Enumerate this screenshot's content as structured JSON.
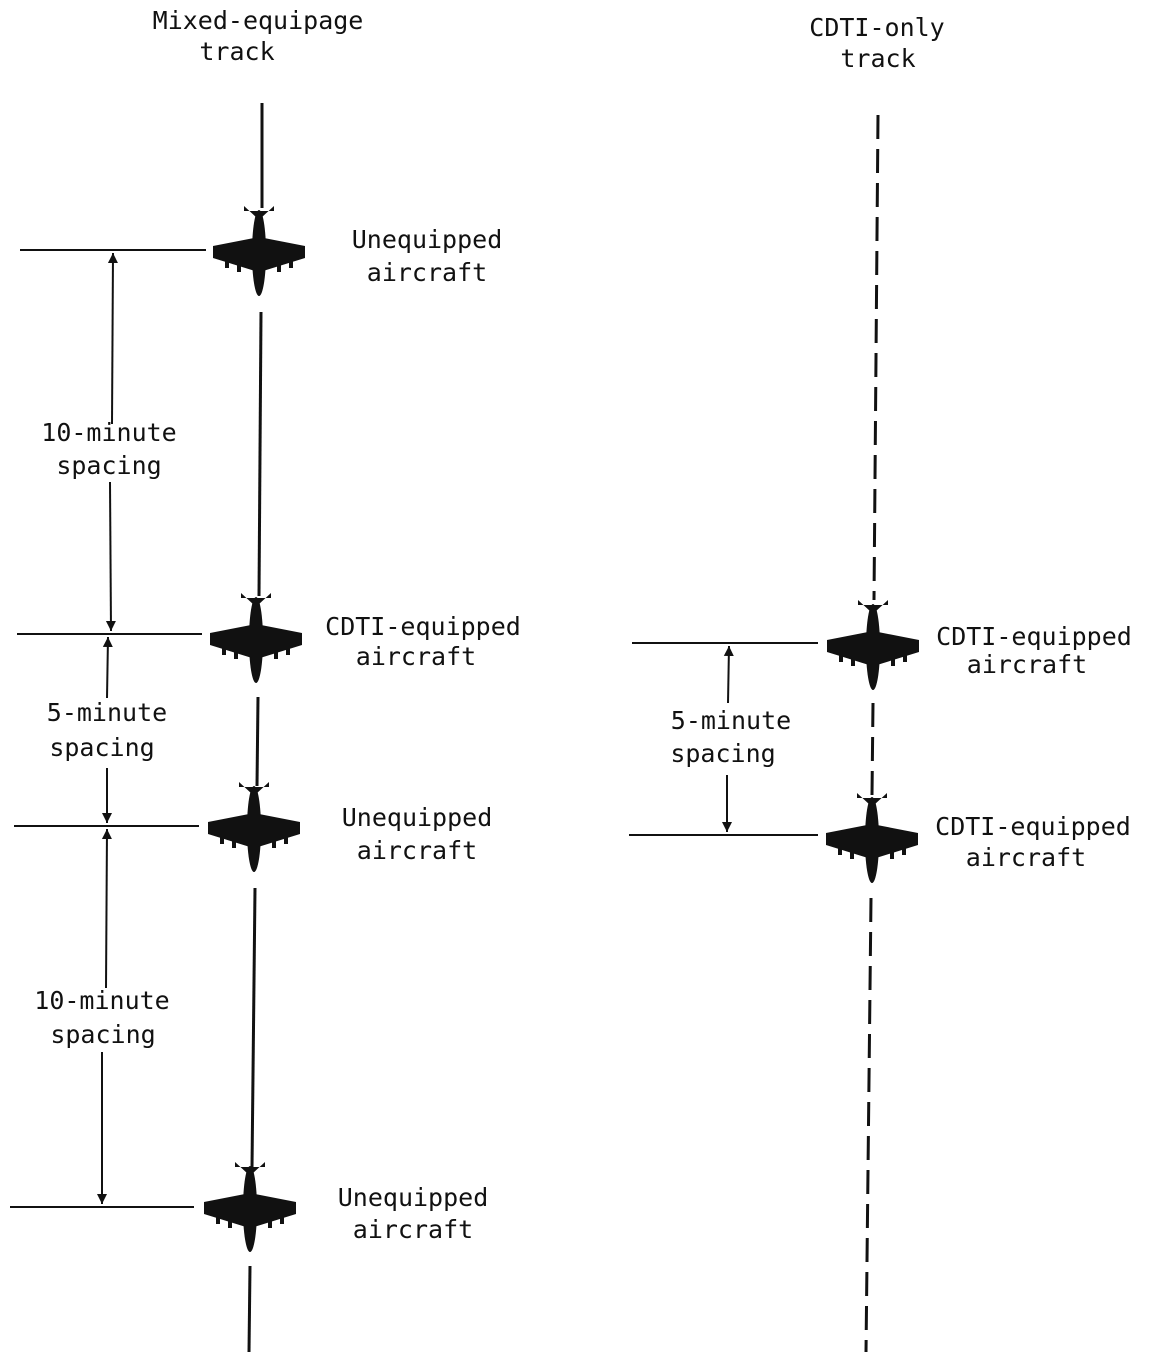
{
  "tracks": {
    "mixed": {
      "title_line1": "Mixed-equipage",
      "title_line2": "track",
      "line_style": "solid"
    },
    "cdti": {
      "title_line1": "CDTI-only",
      "title_line2": "track",
      "line_style": "dashed"
    }
  },
  "aircraft": {
    "mixed": [
      {
        "line1": "Unequipped",
        "line2": "aircraft"
      },
      {
        "line1": "CDTI-equipped",
        "line2": "aircraft"
      },
      {
        "line1": "Unequipped",
        "line2": "aircraft"
      },
      {
        "line1": "Unequipped",
        "line2": "aircraft"
      }
    ],
    "cdti": [
      {
        "line1": "CDTI-equipped",
        "line2": "aircraft"
      },
      {
        "line1": "CDTI-equipped",
        "line2": "aircraft"
      }
    ]
  },
  "spacings": {
    "mixed": [
      {
        "line1": "10-minute",
        "line2": "spacing",
        "minutes": 10
      },
      {
        "line1": "5-minute",
        "line2": "spacing",
        "minutes": 5
      },
      {
        "line1": "10-minute",
        "line2": "spacing",
        "minutes": 10
      }
    ],
    "cdti": [
      {
        "line1": "5-minute",
        "line2": "spacing",
        "minutes": 5
      }
    ]
  },
  "colors": {
    "ink": "#111111",
    "background": "#ffffff"
  },
  "icons": {
    "aircraft": "airplane-icon",
    "arrowhead": "arrowhead-icon"
  }
}
